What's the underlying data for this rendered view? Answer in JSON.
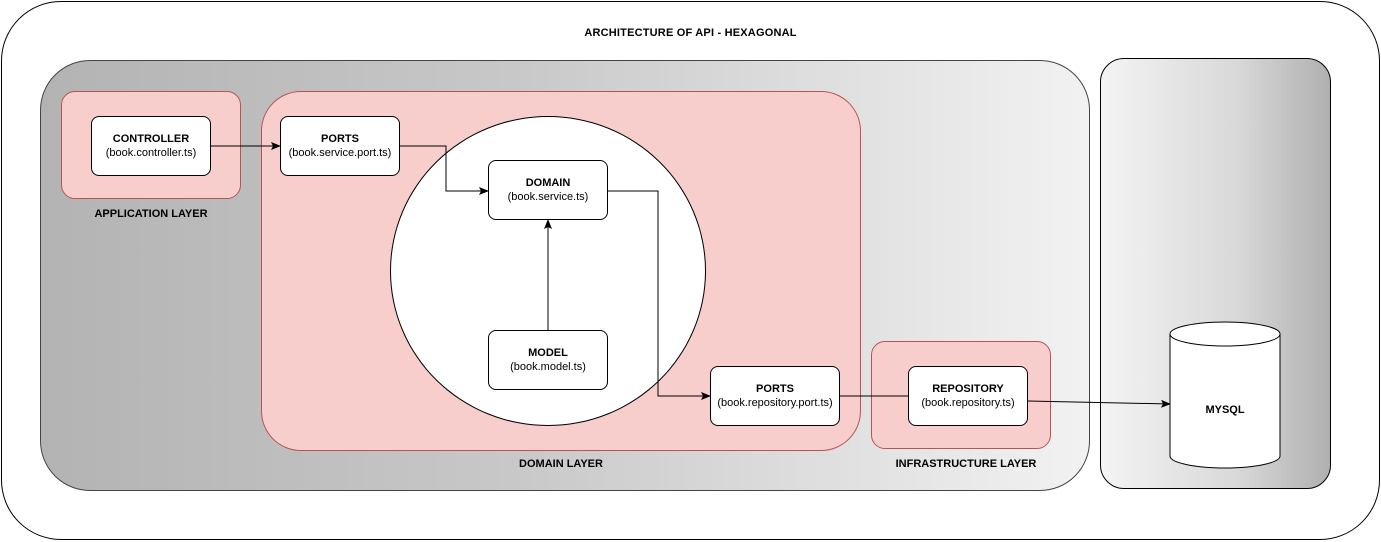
{
  "title": "ARCHITECTURE OF API - HEXAGONAL",
  "layers": {
    "application": "APPLICATION LAYER",
    "domain": "DOMAIN LAYER",
    "infrastructure": "INFRASTRUCTURE LAYER"
  },
  "nodes": {
    "controller": {
      "title": "CONTROLLER",
      "file": "(book.controller.ts)"
    },
    "service_port": {
      "title": "PORTS",
      "file": "(book.service.port.ts)"
    },
    "domain": {
      "title": "DOMAIN",
      "file": "(book.service.ts)"
    },
    "model": {
      "title": "MODEL",
      "file": "(book.model.ts)"
    },
    "repository_port": {
      "title": "PORTS",
      "file": "(book.repository.port.ts)"
    },
    "repository": {
      "title": "REPOSITORY",
      "file": "(book.repository.ts)"
    }
  },
  "database": {
    "label": "MYSQL"
  },
  "colors": {
    "layer_fill": "#f8cecc",
    "layer_stroke": "#b85450",
    "node_fill": "#ffffff",
    "stroke": "#000000"
  }
}
